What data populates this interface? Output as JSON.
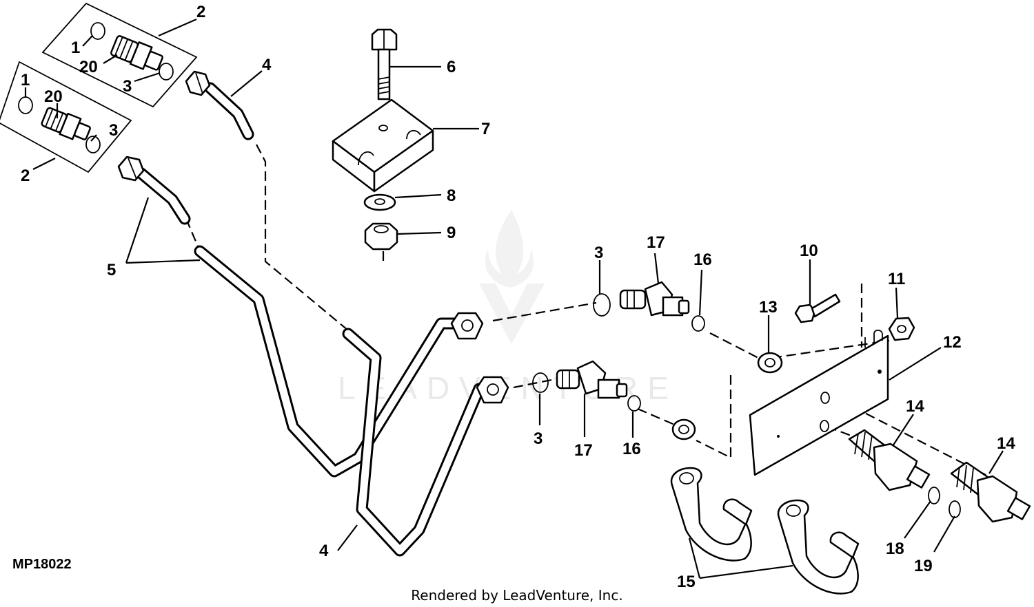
{
  "figure": {
    "id": "MP18022",
    "footer": "Rendered by LeadVenture, Inc.",
    "watermark": "LEADVENTURE"
  },
  "callouts": {
    "c1a": "1",
    "c20a": "20",
    "c3a": "3",
    "c2a": "2",
    "c1b": "1",
    "c20b": "20",
    "c3b": "3",
    "c2b": "2",
    "c4a": "4",
    "c5": "5",
    "c4b": "4",
    "c6": "6",
    "c7": "7",
    "c8": "8",
    "c9": "9",
    "c3c": "3",
    "c17a": "17",
    "c16a": "16",
    "c3d": "3",
    "c17b": "17",
    "c16b": "16",
    "c10": "10",
    "c11": "11",
    "c13": "13",
    "c12": "12",
    "c14a": "14",
    "c14b": "14",
    "c15": "15",
    "c18": "18",
    "c19": "19"
  }
}
